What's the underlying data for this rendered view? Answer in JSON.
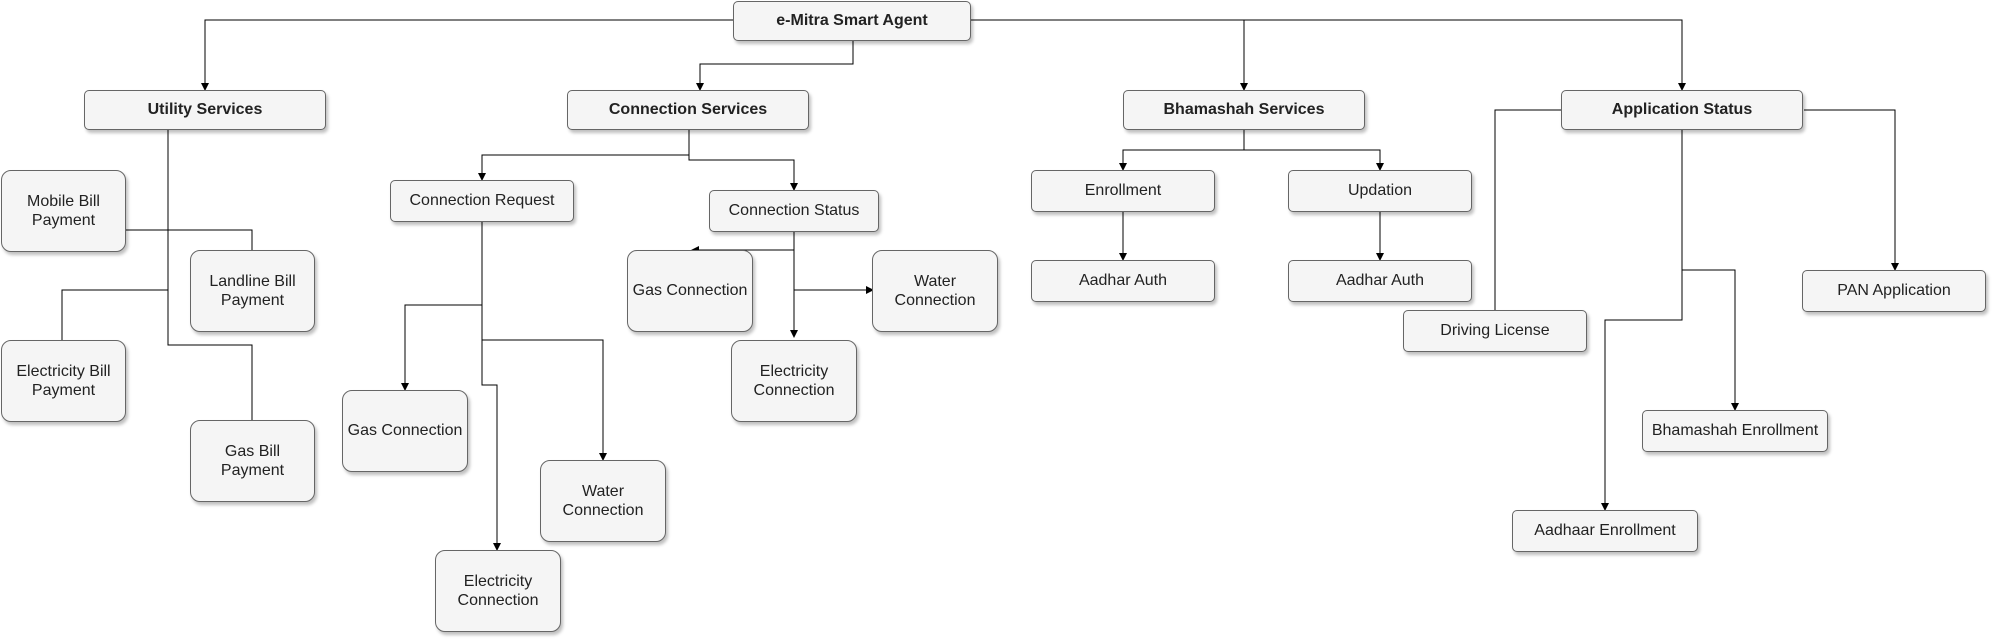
{
  "nodes": {
    "root": "e-Mitra Smart Agent",
    "utility": "Utility Services",
    "connection": "Connection Services",
    "bhamashah": "Bhamashah Services",
    "appstatus": "Application Status",
    "mobile_bill": "Mobile Bill\nPayment",
    "landline_bill": "Landline Bill\nPayment",
    "electricity_bill": "Electricity Bill\nPayment",
    "gas_bill": "Gas Bill\nPayment",
    "conn_request": "Connection Request",
    "conn_status": "Connection Status",
    "req_gas": "Gas Connection",
    "req_water": "Water\nConnection",
    "req_electricity": "Electricity\nConnection",
    "st_gas": "Gas Connection",
    "st_water": "Water\nConnection",
    "st_electricity": "Electricity\nConnection",
    "enrollment": "Enrollment",
    "updation": "Updation",
    "aadhar_auth_1": "Aadhar Auth",
    "aadhar_auth_2": "Aadhar Auth",
    "driving_license": "Driving License",
    "pan_application": "PAN Application",
    "bhamashah_enrollment": "Bhamashah Enrollment",
    "aadhaar_enrollment": "Aadhaar Enrollment"
  },
  "colors": {
    "node_fill": "#f5f5f5",
    "node_border": "#666666",
    "connector": "#000000"
  }
}
